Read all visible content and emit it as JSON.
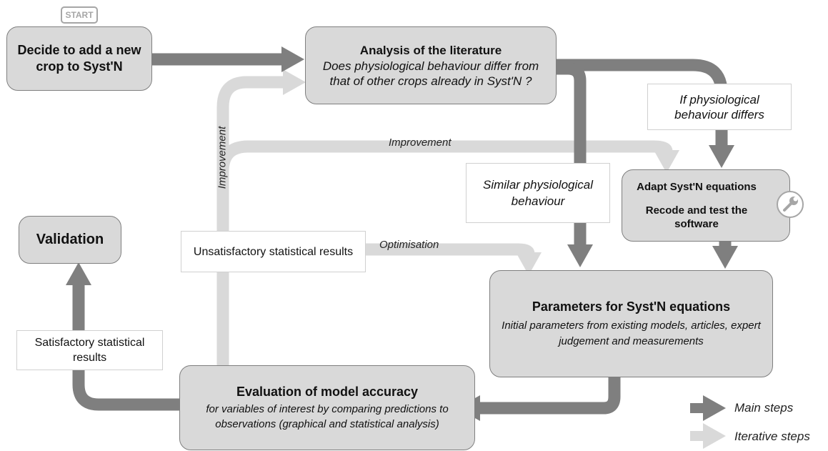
{
  "start_label": "START",
  "boxes": {
    "decide": {
      "title": "Decide to add a new crop to Syst'N"
    },
    "literature": {
      "title": "Analysis of the literature",
      "subtitle": "Does physiological behaviour differ from that of other crops already in Syst'N ?"
    },
    "adapt": {
      "line1": "Adapt Syst'N equations",
      "line2": "Recode and test the software"
    },
    "parameters": {
      "title": "Parameters for Syst'N equations",
      "subtitle": "Initial parameters from existing models, articles, expert judgement and measurements"
    },
    "validation": {
      "title": "Validation"
    },
    "evaluation": {
      "title": "Evaluation of model accuracy",
      "subtitle": "for variables of interest by comparing predictions to observations (graphical and statistical analysis)"
    }
  },
  "notes": {
    "differs": "If physiological behaviour differs",
    "similar": "Similar physiological behaviour",
    "unsatisfactory": "Unsatisfactory statistical results",
    "satisfactory": "Satisfactory statistical results"
  },
  "labels": {
    "improvement_vertical": "Improvement",
    "improvement_horizontal": "Improvement",
    "optimisation": "Optimisation"
  },
  "legend": {
    "main": "Main steps",
    "iterative": "Iterative steps"
  },
  "colors": {
    "main_arrow": "#7f7f7f",
    "iterative_arrow": "#d9d9d9",
    "box_fill": "#d9d9d9",
    "box_border": "#7f7f7f"
  },
  "icons": {
    "wrench": "wrench-icon"
  }
}
